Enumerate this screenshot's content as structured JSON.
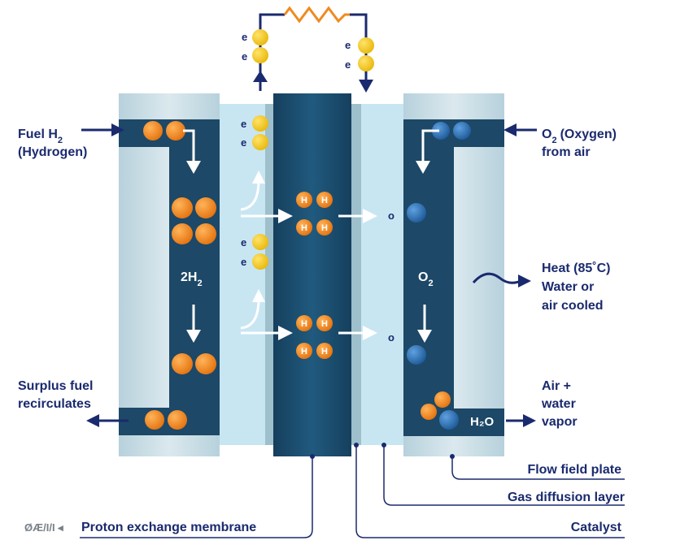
{
  "labels": {
    "fuel_line1": "Fuel H",
    "fuel_sub": "2",
    "fuel_line2": "(Hydrogen)",
    "o2_main": "O",
    "o2_sub": "2",
    "o2_rest": "(Oxygen)",
    "o2_line2": "from air",
    "heat_line1": "Heat (85˚C)",
    "heat_line2": "Water or",
    "heat_line3": "air  cooled",
    "surplus_line1": "Surplus fuel",
    "surplus_line2": "recirculates",
    "air_line1": "Air +",
    "air_line2": "water",
    "air_line3": "vapor",
    "h2_main": "2H",
    "h2_sub": "2",
    "o2_center_main": "O",
    "o2_center_sub": "2",
    "h2o": "H₂O",
    "flow_field_plate": "Flow field plate",
    "gas_diffusion_layer": "Gas diffusion layer",
    "catalyst": "Catalyst",
    "proton_exchange_membrane": "Proton exchange membrane",
    "watermark": "ØÆ/I/I ◂"
  },
  "particles": {
    "electron_label": "e",
    "oxygen_ion_label": "o",
    "proton_label": "H"
  },
  "colors": {
    "navy": "#1a2a6e",
    "plate_light": "#c9dde4",
    "plate_mid": "#a9c6d2",
    "channel_dark": "#1d4867",
    "gdl_light": "#c8e6f2",
    "membrane": "#1a4a6a",
    "hydrogen": "#f08a20",
    "electron": "#f3c81c",
    "oxygen": "#2f6fb0",
    "resistor": "#f08a20"
  }
}
